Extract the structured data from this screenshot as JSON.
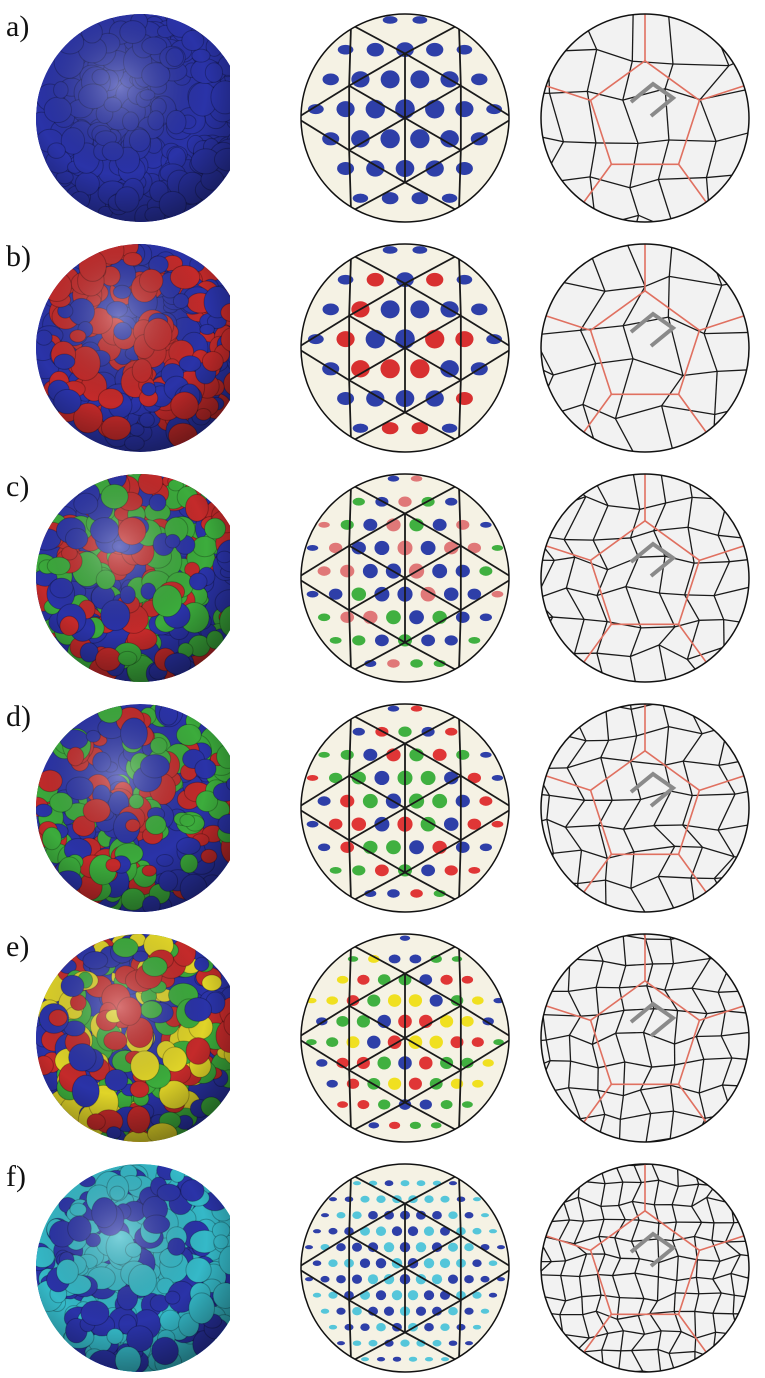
{
  "figure": {
    "rows": [
      {
        "label": "a)",
        "capsid_colors": [
          "#2a33a8"
        ],
        "dot_colors": [
          "#2e3fa8"
        ],
        "lattice": "coarse"
      },
      {
        "label": "b)",
        "capsid_colors": [
          "#2a33a8",
          "#c42a2a"
        ],
        "dot_colors": [
          "#2e3fa8",
          "#d83030"
        ],
        "lattice": "coarse"
      },
      {
        "label": "c)",
        "capsid_colors": [
          "#2a33a8",
          "#c42a2a",
          "#3cac3c"
        ],
        "dot_colors": [
          "#2e3fa8",
          "#e07878",
          "#40b040"
        ],
        "lattice": "medium"
      },
      {
        "label": "d)",
        "capsid_colors": [
          "#2a33a8",
          "#c42a2a",
          "#3cac3c"
        ],
        "dot_colors": [
          "#2e3fa8",
          "#e03636",
          "#40b040"
        ],
        "lattice": "medium"
      },
      {
        "label": "e)",
        "capsid_colors": [
          "#2a33a8",
          "#c42a2a",
          "#3cac3c",
          "#e0d428"
        ],
        "dot_colors": [
          "#2e3fa8",
          "#e03636",
          "#40b040",
          "#f0e020"
        ],
        "lattice": "fine"
      },
      {
        "label": "f)",
        "capsid_colors": [
          "#35b9c8",
          "#2a33a8"
        ],
        "dot_colors": [
          "#55c6da",
          "#2e3fa8"
        ],
        "lattice": "finest"
      }
    ],
    "colors": {
      "sphere_fill": "#f5f2e4",
      "lattice_line": "#1a1a1a",
      "lattice_highlight": "#e07060",
      "rhombus": "#8a8a8a",
      "lattice_sphere_fill": "#f2f2f2"
    }
  }
}
